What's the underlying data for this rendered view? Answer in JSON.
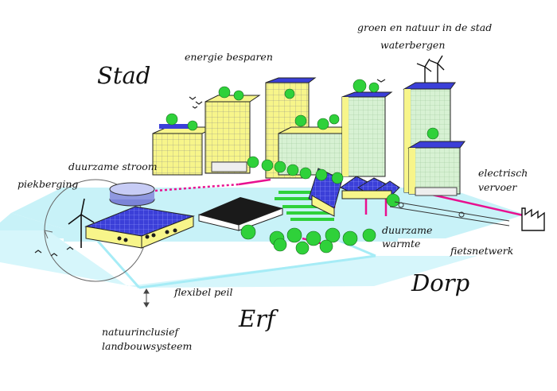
{
  "labels": {
    "stad": "Stad",
    "dorp": "Dorp",
    "erf": "Erf",
    "energie_besparen": "energie besparen",
    "groen_natuur": "groen en natuur in de stad",
    "waterbergen": "waterbergen",
    "duurzame_stroom": "duurzame stroom",
    "piekberging": "piekberging",
    "electrisch_1": "electrisch",
    "electrisch_2": "vervoer",
    "duurzame_warmte_1": "duurzame",
    "duurzame_warmte_2": "warmte",
    "fietsnetwerk": "fietsnetwerk",
    "flexibel_peil": "flexibel peil",
    "natuur_1": "natuurinclusief",
    "natuur_2": "landbouwsysteem"
  },
  "colors": {
    "water": "#c8f2f8",
    "water_edge": "#9fe6f2",
    "building_yellow": "#f7f58a",
    "building_edge": "#2a2a2a",
    "solar": "#3b3fd8",
    "tree": "#2fd13a",
    "power_line": "#e8108f",
    "roof_dark": "#1a1a1a",
    "facade_green": "#cfeecd"
  },
  "icons": {
    "wind_turbine": "wind-turbine-icon",
    "factory": "factory-icon",
    "cycle_arrow": "cycle-arrow-icon",
    "birds": "birds-icon"
  }
}
